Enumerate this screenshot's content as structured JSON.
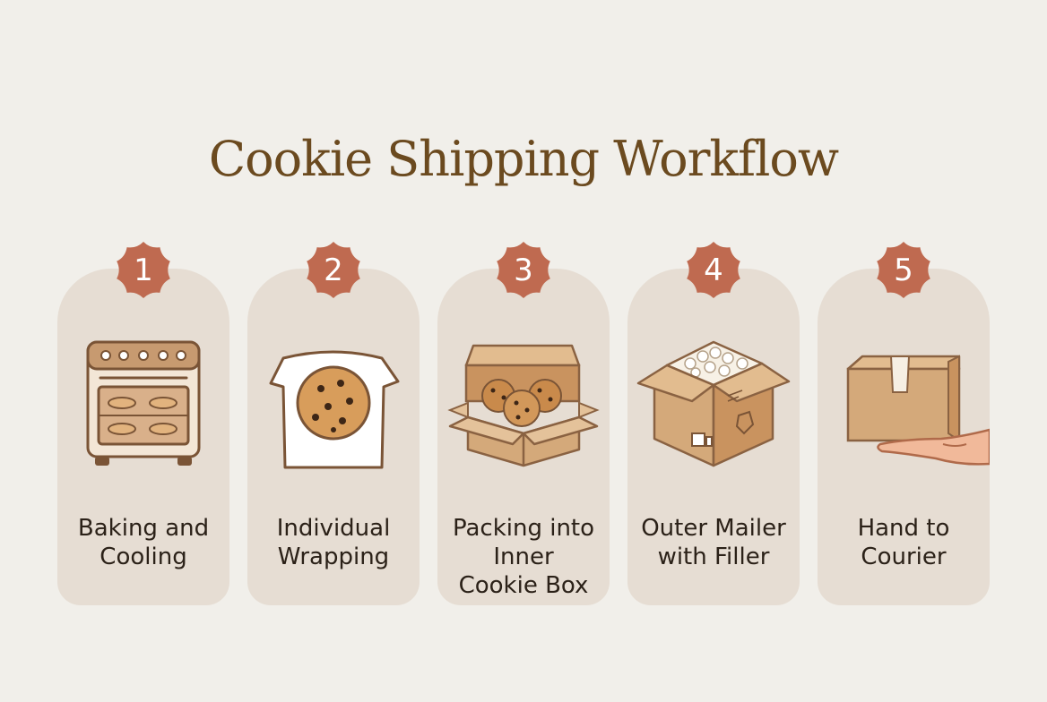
{
  "title": "Cookie Shipping Workflow",
  "colors": {
    "background": "#f1efea",
    "card": "#e6ddd3",
    "badge": "#bf6a50",
    "title": "#6b4a1f",
    "text": "#2b2118",
    "cardboard": "#d4a97a",
    "outline": "#8a6242"
  },
  "steps": [
    {
      "number": "1",
      "label_line1": "Baking and",
      "label_line2": "Cooling",
      "label_line3": "",
      "icon": "oven-icon"
    },
    {
      "number": "2",
      "label_line1": "Individual",
      "label_line2": "Wrapping",
      "label_line3": "",
      "icon": "wrapped-cookie-icon"
    },
    {
      "number": "3",
      "label_line1": "Packing into",
      "label_line2": "Inner",
      "label_line3": "Cookie Box",
      "icon": "cookie-box-icon"
    },
    {
      "number": "4",
      "label_line1": "Outer Mailer",
      "label_line2": "with Filler",
      "label_line3": "",
      "icon": "mailer-box-icon"
    },
    {
      "number": "5",
      "label_line1": "Hand to",
      "label_line2": "Courier",
      "label_line3": "",
      "icon": "hand-package-icon"
    }
  ]
}
